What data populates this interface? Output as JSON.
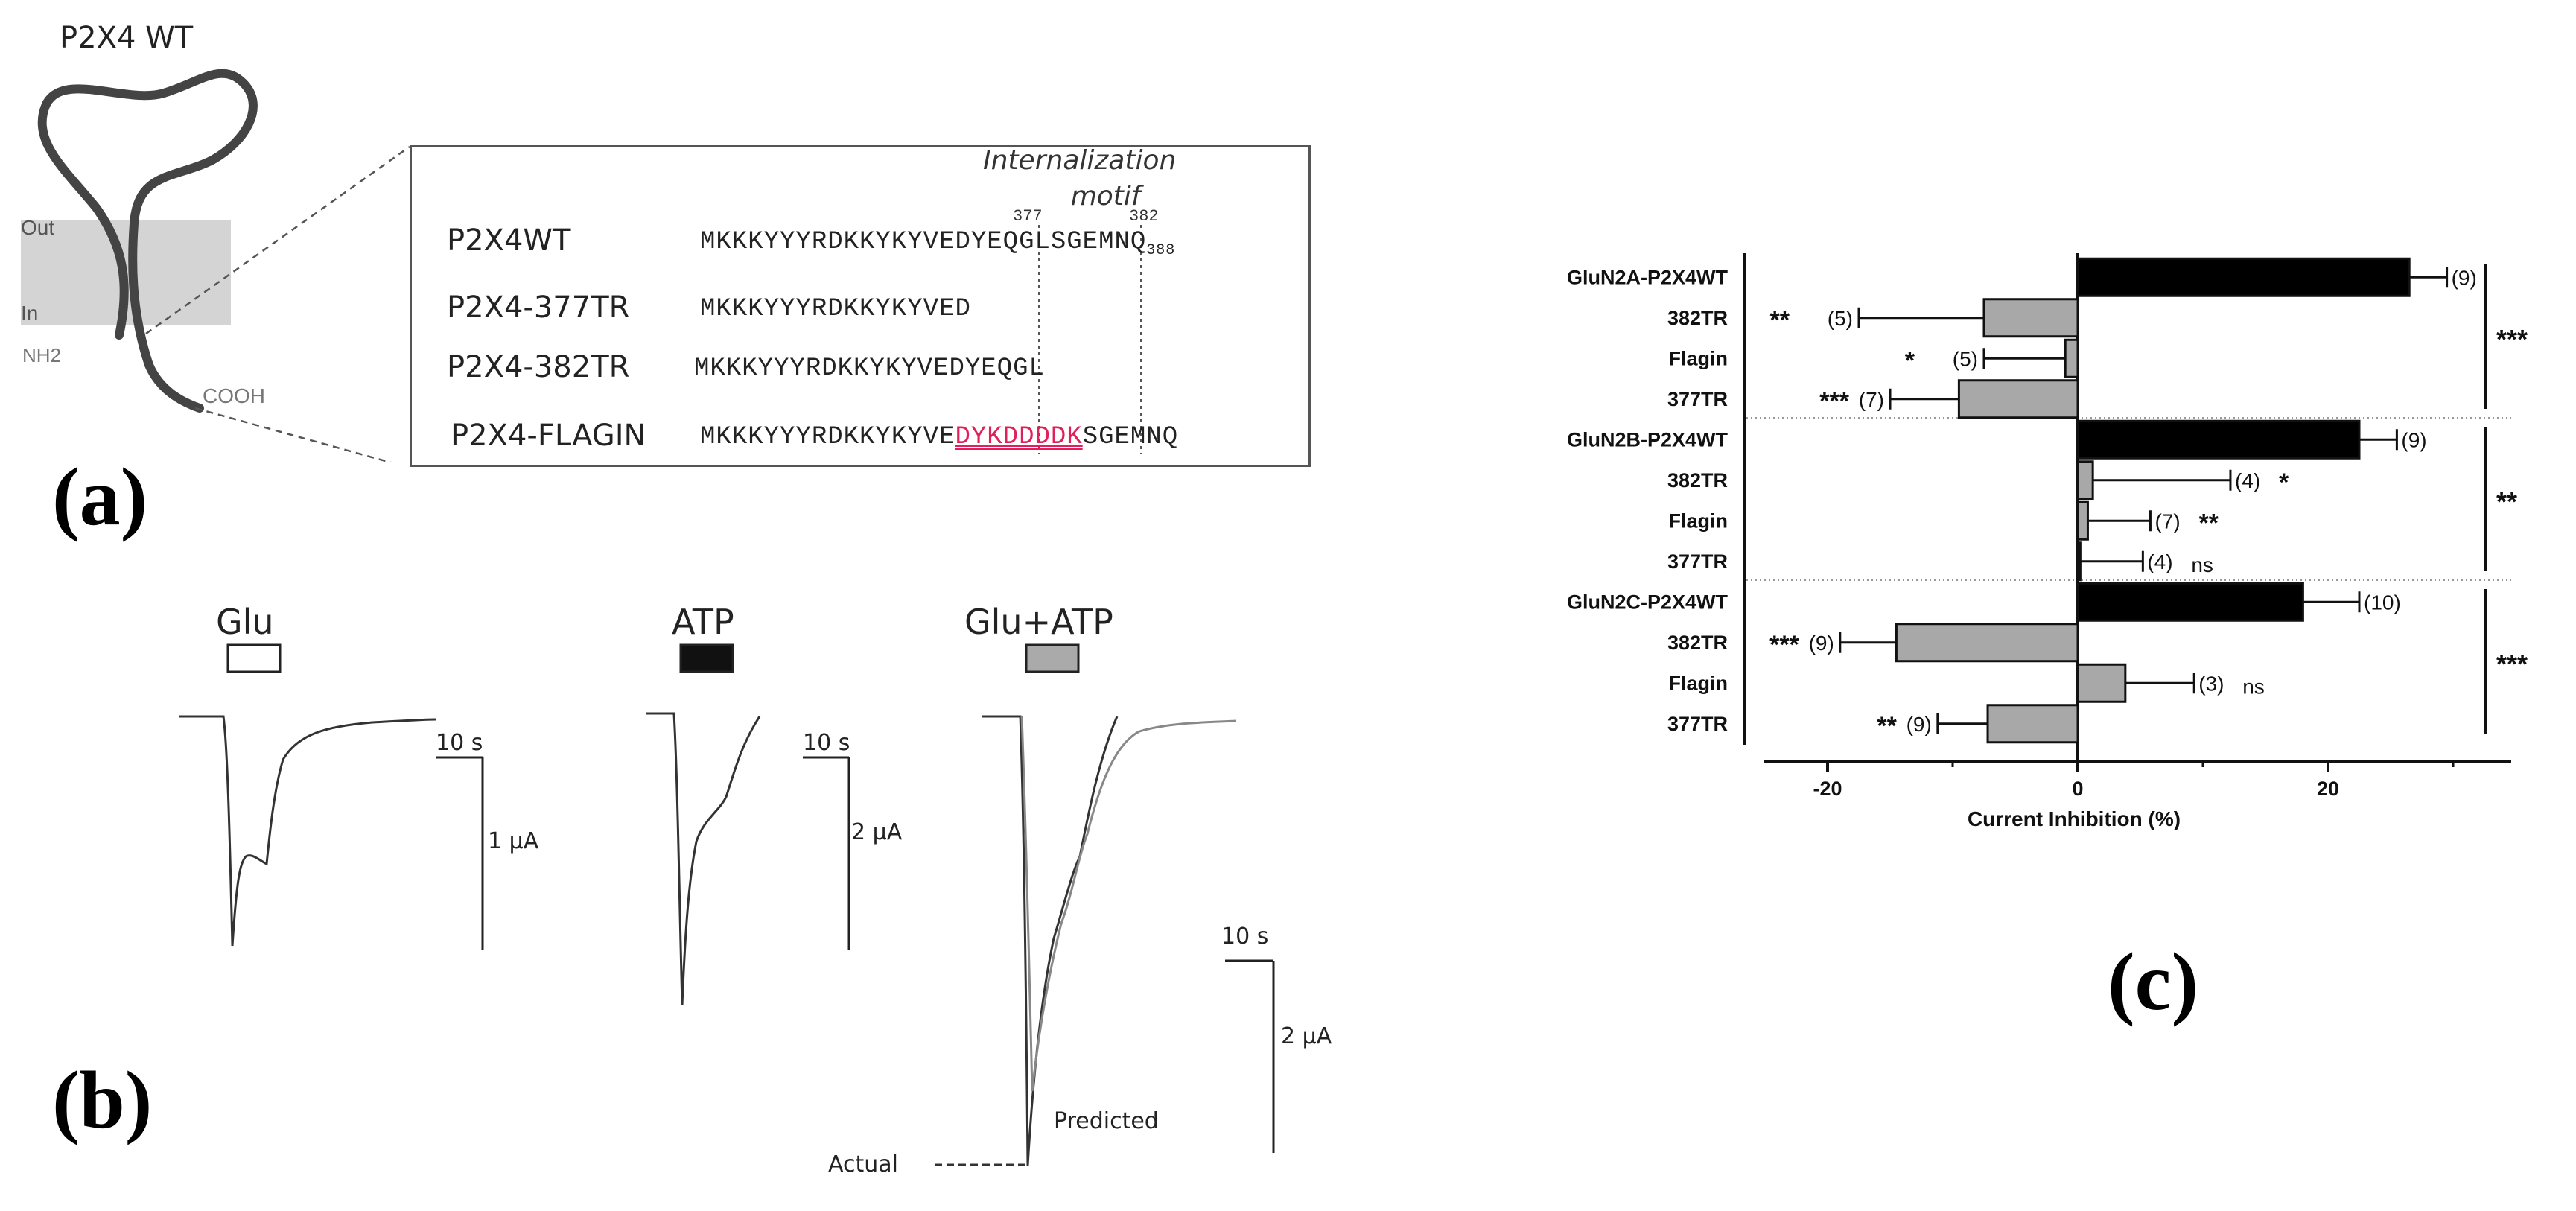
{
  "panel_a": {
    "letter": "(a)",
    "diagram_title": "P2X4 WT",
    "membrane_out": "Out",
    "membrane_in": "In",
    "nh2": "NH2",
    "cooh": "COOH",
    "motif_title_line1": "Internalization",
    "motif_title_line2": "motif",
    "pos_start": "377",
    "pos_end": "382",
    "rows": [
      {
        "name": "P2X4WT",
        "seq": "MKKKYYYRDKKYKYVEDYEQGLSGEMNQ",
        "sub": "388"
      },
      {
        "name": "P2X4-377TR",
        "seq": "MKKKYYYRDKKYKYVED"
      },
      {
        "name": "P2X4-382TR",
        "seq": "MKKKYYYRDKKYKYVEDYEQGL"
      },
      {
        "name": "P2X4-FLAGIN",
        "seq_pre": "MKKKYYYRDKKYKYVE",
        "seq_flag": "DYKDDDDK",
        "seq_post": "SGEMNQ"
      }
    ],
    "flag_color": "#e0205a"
  },
  "panel_b": {
    "letter": "(b)",
    "traces": [
      {
        "label": "Glu",
        "bar_fill": "#ffffff",
        "scale_time": "10 s",
        "scale_amp": "1 μA"
      },
      {
        "label": "ATP",
        "bar_fill": "#111111",
        "scale_time": "10 s",
        "scale_amp": "2 μA"
      },
      {
        "label": "Glu+ATP",
        "bar_fill": "#aaaaaa",
        "scale_time": "10 s",
        "scale_amp": "2 μA"
      }
    ],
    "predicted_label": "Predicted",
    "actual_label": "Actual"
  },
  "panel_c": {
    "letter": "(c)",
    "chart_data": {
      "type": "bar",
      "orientation": "horizontal",
      "xlabel": "Current Inhibition (%)",
      "xlim": [
        -25,
        35
      ],
      "xticks": [
        "-20",
        "0",
        "20"
      ],
      "colors": {
        "wt": "#000000",
        "mutant": "#a8a8a8"
      },
      "categories": [
        "GluN2A-P2X4WT",
        "382TR",
        "Flagin",
        "377TR",
        "GluN2B-P2X4WT",
        "382TR",
        "Flagin",
        "377TR",
        "GluN2C-P2X4WT",
        "382TR",
        "Flagin",
        "377TR"
      ],
      "values": [
        26.5,
        -7.5,
        -1,
        -9.5,
        22.5,
        1.2,
        0.8,
        0.2,
        18,
        -14.5,
        3.8,
        -7.2
      ],
      "errors": [
        3,
        10,
        6.5,
        5.5,
        3,
        11,
        5,
        5,
        4.5,
        4.5,
        5.5,
        4
      ],
      "n_labels": [
        "(9)",
        "(5)",
        "(5)",
        "(7)",
        "(9)",
        "(4)",
        "(7)",
        "(4)",
        "(10)",
        "(9)",
        "(3)",
        "(9)"
      ],
      "sig_labels": [
        "",
        "**",
        "*",
        "***",
        "",
        "*",
        "**",
        "ns",
        "",
        "***",
        "ns",
        "**"
      ],
      "group_sig": [
        "***",
        "**",
        "***"
      ]
    }
  }
}
